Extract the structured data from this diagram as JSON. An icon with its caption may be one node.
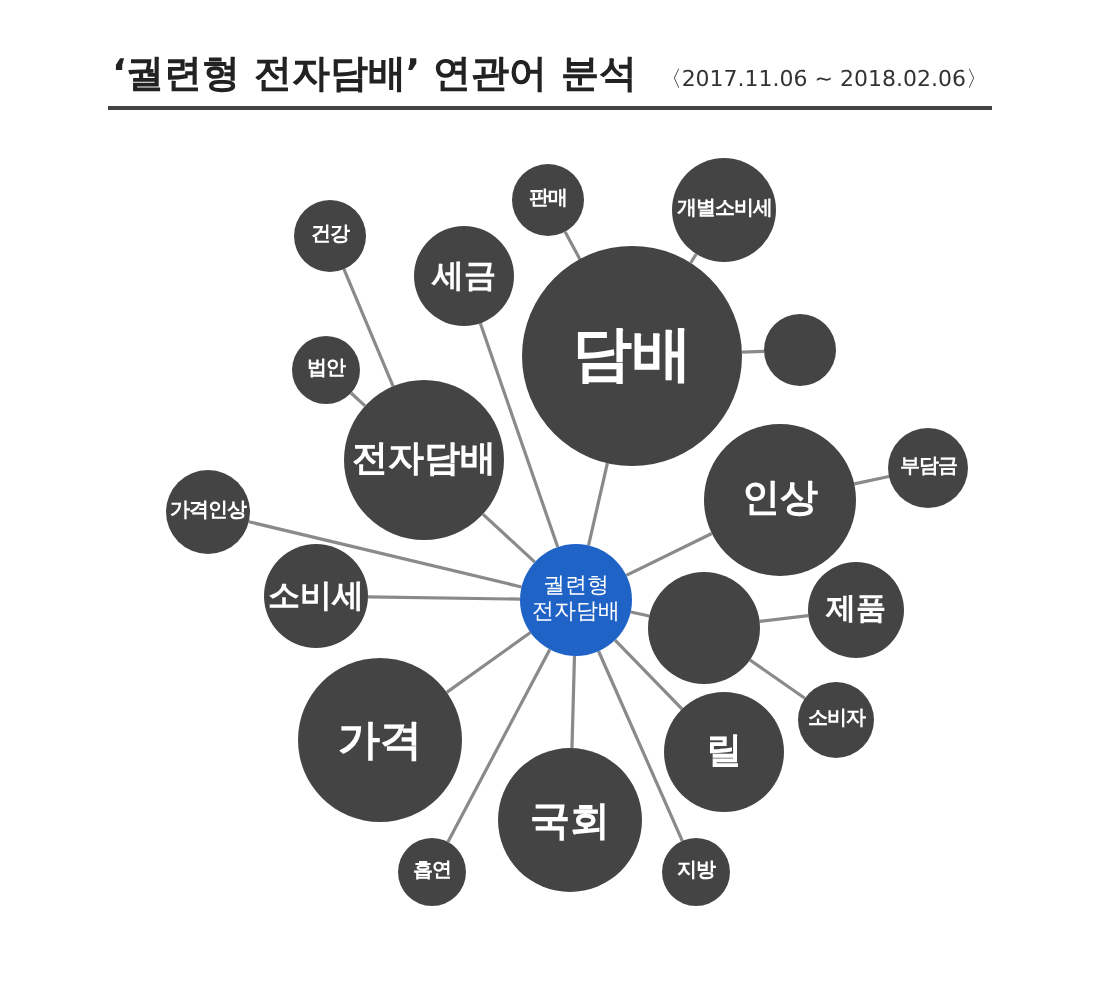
{
  "diagram": {
    "title": "‘궐련형 전자담배’ 연관어 분석",
    "nodes": [
      {
        "text": [
          "궐련형 전자담배"
        ]
      },
      {
        "text": [
          "판매"
        ]
      },
      {
        "text": [
          "건강"
        ]
      },
      {
        "text": [
          "개별소비세"
        ]
      },
      {
        "text": [
          "세금"
        ]
      },
      {
        "text": [
          "담배"
        ]
      },
      {
        "text": [],
        "shape": "circle"
      },
      {
        "text": [
          "법안"
        ]
      },
      {
        "text": [
          "전자담배"
        ]
      },
      {
        "text": [
          "인상"
        ]
      },
      {
        "text": [
          "부담금"
        ]
      },
      {
        "text": [
          "가격인상"
        ]
      },
      {
        "text": [
          "소비세"
        ]
      },
      {
        "text": [
          "제품"
        ]
      },
      {
        "text": [],
        "shape": "circle"
      },
      {
        "text": [
          "가격"
        ]
      },
      {
        "text": [
          "소비자"
        ]
      },
      {
        "text": [
          "릴"
        ]
      },
      {
        "text": [
          "국회"
        ]
      },
      {
        "text": [
          "흡연"
        ]
      },
      {
        "text": [
          "지방"
        ]
      }
    ],
    "edges": [
      {
        "from": 1,
        "to": 5,
        "arrow": "none"
      },
      {
        "from": 2,
        "to": 8,
        "arrow": "none"
      },
      {
        "from": 3,
        "to": 5,
        "arrow": "none"
      },
      {
        "from": 0,
        "to": 4,
        "arrow": "none"
      },
      {
        "from": 0,
        "to": 5,
        "arrow": "none"
      },
      {
        "from": 6,
        "to": 5,
        "arrow": "none"
      },
      {
        "from": 7,
        "to": 8,
        "arrow": "none"
      },
      {
        "from": 0,
        "to": 8,
        "arrow": "none"
      },
      {
        "from": 0,
        "to": 9,
        "arrow": "none"
      },
      {
        "from": 10,
        "to": 9,
        "arrow": "none"
      },
      {
        "from": 0,
        "to": 11,
        "arrow": "none"
      },
      {
        "from": 0,
        "to": 12,
        "arrow": "none"
      },
      {
        "from": 13,
        "to": 14,
        "arrow": "none"
      },
      {
        "from": 0,
        "to": 14,
        "arrow": "none"
      },
      {
        "from": 0,
        "to": 15,
        "arrow": "none"
      },
      {
        "from": 16,
        "to": 14,
        "arrow": "none"
      },
      {
        "from": 0,
        "to": 17,
        "arrow": "none"
      },
      {
        "from": 0,
        "to": 18,
        "arrow": "none"
      },
      {
        "from": 0,
        "to": 19,
        "arrow": "none"
      },
      {
        "from": 0,
        "to": 20,
        "arrow": "none"
      }
    ],
    "labels": [
      "〈2017.11.06 ~ 2018.02.06〉"
    ]
  }
}
